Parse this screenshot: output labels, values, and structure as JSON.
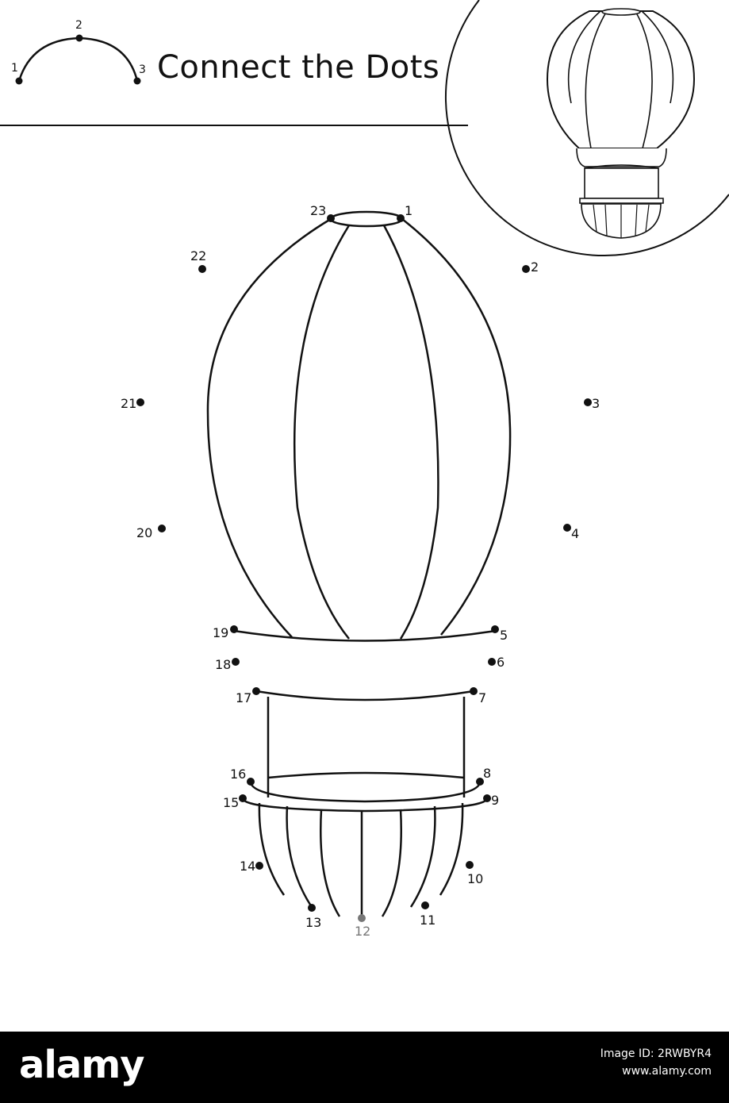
{
  "title": "Connect the Dots",
  "example_numbers": [
    "1",
    "2",
    "3"
  ],
  "dot_labels": [
    "1",
    "2",
    "3",
    "4",
    "5",
    "6",
    "7",
    "8",
    "9",
    "10",
    "11",
    "12",
    "13",
    "14",
    "15",
    "16",
    "17",
    "18",
    "19",
    "20",
    "21",
    "22",
    "23"
  ],
  "footer": {
    "brand": "alamy",
    "image_id": "Image ID: 2RWBYR4",
    "site": "www.alamy.com"
  },
  "colors": {
    "ink": "#111111",
    "footer_bg": "#000000",
    "footer_text": "#ffffff",
    "highlight_dot": "#777777"
  }
}
